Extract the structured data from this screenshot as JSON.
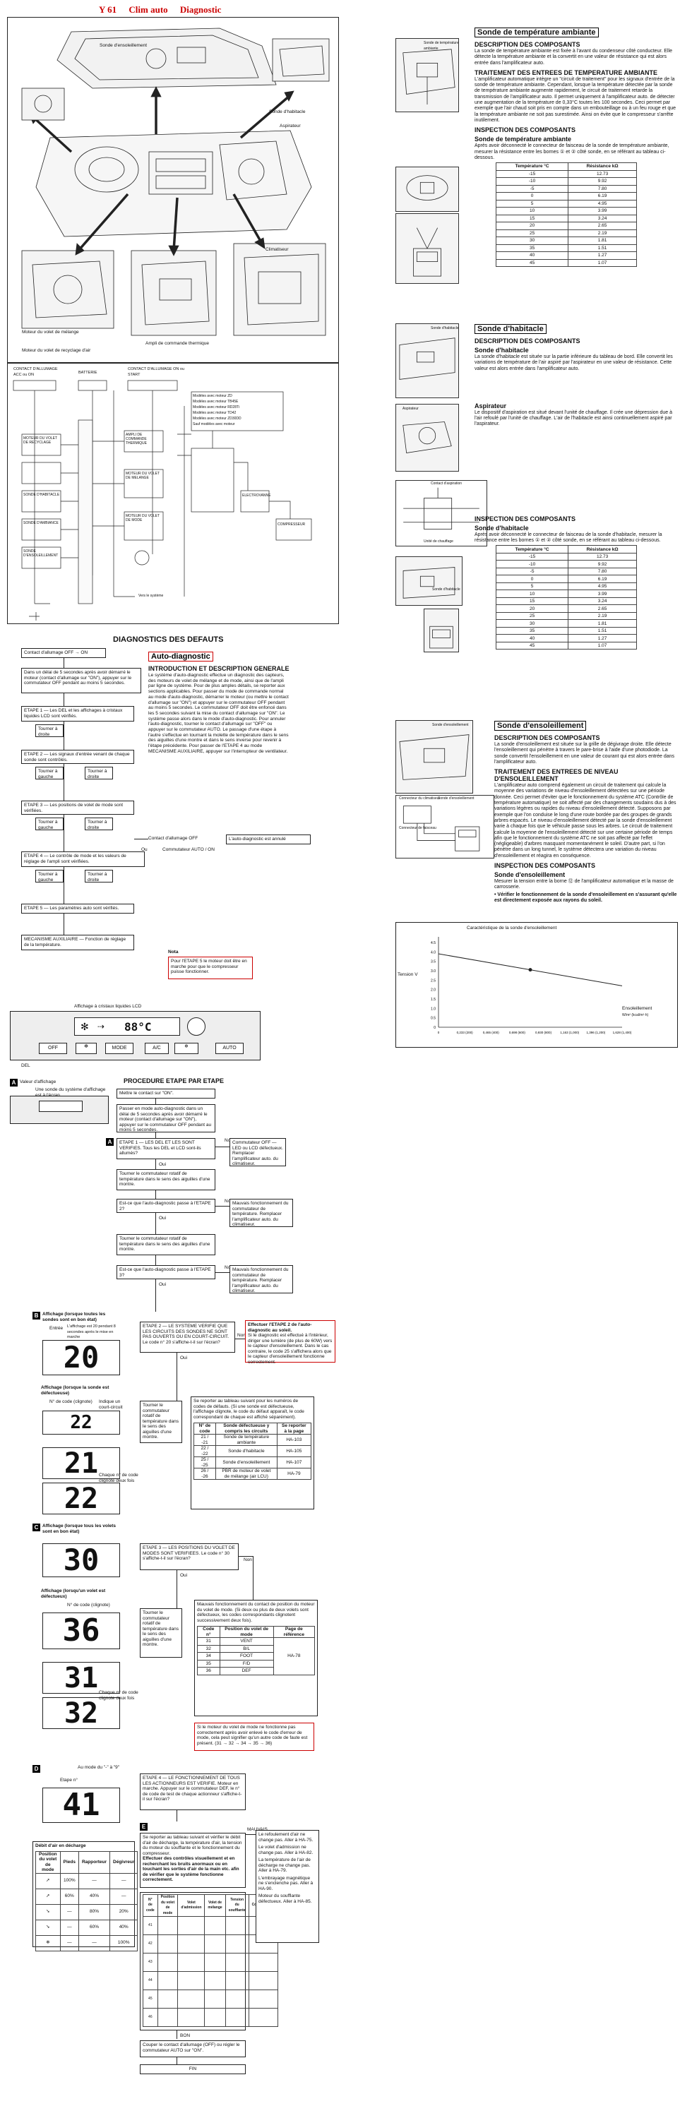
{
  "header": {
    "code": "Y 61",
    "sub": "Clim auto",
    "topic": "Diagnostic"
  },
  "diagram_labels": {
    "lbl_sonde_ens": "Sonde d'ensoleillement",
    "lbl_sonde_hab": "Sonde d'habitacle",
    "lbl_aspi": "Aspirateur",
    "lbl_moteur_mel": "Moteur du volet de mélange",
    "lbl_moteur_rec": "Moteur du volet de recyclage d'air",
    "lbl_ampli": "Ampli de commande thermique",
    "lbl_clim": "Climatiseur"
  },
  "wiring": {
    "legend": [
      "Modèles avec moteur ZD",
      "Modèles avec moteur TB45E",
      "Modèles avec moteur RD28Ti",
      "Modèles avec moteur TD42",
      "Modèles avec moteur ZD30DD",
      "Sauf modèles avec moteur"
    ],
    "top_labels": [
      "CONTACT D'ALLUMAGE ACC ou ON",
      "BATTERIE",
      "CONTACT D'ALLUMAGE ON ou START"
    ],
    "blocks": [
      "MOTEUR DU VOLET DE RECYCLAGE",
      "AMPLI DE COMMANDE THERMIQUE",
      "MOTEUR DU VOLET DE MELANGE",
      "MOTEUR DU VOLET DE MODE",
      "SONDE D'HABITACLE",
      "SONDE D'AMBIANCE",
      "SONDE D'ENSOLEILLEMENT",
      "ELECTROVANNE",
      "COMPRESSEUR",
      "Vers le système"
    ]
  },
  "diag_defauts": {
    "title": "DIAGNOSTICS DES DEFAUTS",
    "start": "Contact d'allumage OFF → ON",
    "steps": [
      "Dans un délai de 5 secondes après avoir démarré le moteur (contact d'allumage sur \"ON\"), appuyer sur le commutateur OFF pendant au moins 5 secondes.",
      "ETAPE 1 — Les DEL et les affichages à cristaux liquides LCD sont vérifiés.",
      "ETAPE 2 — Les signaux d'entrée venant de chaque sonde sont contrôlés.",
      "ETAPE 3 — Les positions de volet de mode sont vérifiées.",
      "ETAPE 4 — Le contrôle de mode et les valeurs de réglage de l'ampli sont vérifiées.",
      "ETAPE 5 — Les paramètres auto sont vérifiés.",
      "MECANISME AUXILIAIRE — Fonction de réglage de la température."
    ],
    "side_labels": [
      "Contact d'allumage OFF",
      "Commutateur AUTO / ON",
      "L'auto-diagnostic est annulé"
    ],
    "arrow_labels": [
      "Tourner à droite",
      "Tourner à gauche",
      "Ou"
    ],
    "note_label": "Nota",
    "note": "Pour l'ETAPE 5 le moteur doit être en marche pour que le compresseur puisse fonctionner.",
    "panel_caption": "Affichage à cristaux liquides LCD",
    "panel_buttons": [
      "OFF",
      "MODE",
      "A/C",
      "AUTO"
    ],
    "panel_temp": "88°C",
    "panel_mark": "DEL"
  },
  "auto_diag": {
    "title": "Auto-diagnostic",
    "intro_head": "INTRODUCTION ET DESCRIPTION GENERALE",
    "intro": "Le système d'auto-diagnostic effectue un diagnostic des capteurs, des moteurs de volet de mélange et de mode, ainsi que de l'ampli par ligne de système. Pour de plus amples détails, se reporter aux sections applicables. Pour passer du mode de commande normal au mode d'auto-diagnostic, démarrer le moteur (ou mettre le contact d'allumage sur \"ON\") et appuyer sur le commutateur OFF pendant au moins 5 secondes. Le commutateur OFF doit être enfoncé dans les 5 secondes suivant la mise du contact d'allumage sur \"ON\". Le système passe alors dans le mode d'auto-diagnostic. Pour annuler l'auto-diagnostic, tourner le contact d'allumage sur \"OFF\" ou appuyer sur le commutateur AUTO. Le passage d'une étape à l'autre s'effectue en tournant la molette de température dans le sens des aiguilles d'une montre et dans le sens inverse pour revenir à l'étape précédente. Pour passer de l'ETAPE 4 au mode MECANISME AUXILIAIRE, appuyer sur l'interrupteur de ventilateur."
  },
  "procedure": {
    "title": "PROCEDURE ETAPE PAR ETAPE",
    "badge_a": "A",
    "display_label": "Valeur d'affichage",
    "display_desc": "Une sonde du système d'affichage est à l'écran",
    "boxes": [
      "Mettre le contact sur \"ON\".",
      "Passer en mode auto-diagnostic dans un délai de 5 secondes après avoir démarré le moteur (contact d'allumage sur \"ON\"), appuyer sur le commutateur OFF pendant au moins 5 secondes.",
      "ETAPE 1 — LES DEL ET LES SONT VERIFIES. Tous les DEL et LCD sont-ils allumés?",
      "Tourner le commutateur rotatif de température dans le sens des aiguilles d'une montre.",
      "Est-ce que l'auto-diagnostic passe à l'ETAPE 2?",
      "Tourner le commutateur rotatif de température dans le sens des aiguilles d'une montre.",
      "Est-ce que l'auto-diagnostic passe à l'ETAPE 3?"
    ],
    "yes": "Oui",
    "no": "Non",
    "right_boxes": [
      "Commutateur OFF — LED ou LCD défectueux. Remplacer l'amplificateur auto. du climatiseur.",
      "Mauvais fonctionnement du commutateur de température. Remplacer l'amplificateur auto. du climatiseur.",
      "Mauvais fonctionnement du commutateur de température. Remplacer l'amplificateur auto. du climatiseur."
    ]
  },
  "step2": {
    "badge": "B",
    "head": "Affichage (lorsque toutes les sondes sont en bon état)",
    "sub": "Entrée",
    "note": "L'affichage est 20 pendant 8 secondes après le mise en marche",
    "value": "20",
    "box": "ETAPE 2 — LE SYSTEME VERIFIE QUE LES CIRCUITS DES SONDES NE SONT PAS OUVERTS OU EN COURT-CIRCUIT. Le code n° 20 s'affiche-t-il sur l'écran?",
    "red_title": "Effectuer l'ETAPE 2 de l'auto-diagnostic au soleil.",
    "red_body": "Si le diagnostic est effectué à l'intérieur, diriger une lumière (de plus de 60W) vers le capteur d'ensoleillement. Dans le cas contraire, le code 25 s'affichera alors que le capteur d'ensoleillement fonctionne correctement.",
    "def_head": "Affichage (lorsque la sonde est défectueuse)",
    "def_labels": [
      "N° de code (clignote)",
      "Indique un court-circuit"
    ],
    "def_values": [
      "22",
      "21",
      "22"
    ],
    "def_note": "Chaque n° de code clignote deux fois",
    "turn_box": "Tourner le commutateur rotatif de température dans le sens des aiguilles d'une montre.",
    "table_intro": "Se reporter au tableau suivant pour les numéros de codes de défauts. (Si une sonde est défectueuse, l'affichage clignote, le code du défaut apparaît, le code correspondant de chaque est affiché séparément).",
    "table_head": [
      "N° de code",
      "Sonde défectueuse y compris les circuits",
      "Se reporter à la page"
    ],
    "table_rows": [
      [
        "21 / -21",
        "Sonde de température ambiante",
        "HA-103"
      ],
      [
        "22 / -22",
        "Sonde d'habitacle",
        "HA-105"
      ],
      [
        "25 / -25",
        "Sonde d'ensoleillement",
        "HA-107"
      ],
      [
        "26 / -26",
        "PBR de moteur de volet de mélange (air LCU)",
        "HA-79"
      ]
    ]
  },
  "step3": {
    "badge": "C",
    "head": "Affichage (lorsque tous les volets sont en bon état)",
    "value": "30",
    "def_head": "Affichage (lorsqu'un volet est défectueux)",
    "def_sub": "N° de code (clignote)",
    "def_value": "36",
    "def_values2": [
      "31",
      "32"
    ],
    "def_note": "Chaque n° de code clignote deux fois",
    "box": "ETAPE 3 — LES POSITIONS DU VOLET DE MODES SONT VERIFIEES. Le code n° 30 s'affiche-t-il sur l'écran?",
    "turn_box": "Tourner le commutateur rotatif de température dans le sens des aiguilles d'une montre.",
    "table_intro": "Mauvais fonctionnement du contact de position du moteur du volet de mode. (Si deux ou plus de deux volets sont défectueux, les codes correspondants clignotent successivement deux fois).",
    "table_head": [
      "Code n°",
      "Position du volet de mode",
      "Page de référence"
    ],
    "table_rows": [
      [
        "31",
        "VENT"
      ],
      [
        "32",
        "B/L"
      ],
      [
        "34",
        "FOOT"
      ],
      [
        "35",
        "F/D"
      ],
      [
        "36",
        "DEF"
      ]
    ],
    "ref": "HA-78",
    "foot_box": "Si le moteur du volet de mode ne fonctionne pas correctement après avoir enlevé le code d'erreur de mode, cela peut signifier qu'un autre code de faute est présent. (31 → 32 → 34 → 35 → 36)"
  },
  "step4": {
    "badge": "D",
    "head": "Au mode du \"-\" à \"9\"",
    "sub": "Etape n°",
    "value": "41",
    "box": "ETAPE 4 — LE FONCTIONNEMENT DE TOUS LES ACTIONNEURS EST VERIFIE. Moteur en marche. Appuyer sur le commutateur DEF, le n° de code de test de chaque actionneur s'affiche-t-il sur l'écran?",
    "table_title": "Débit d'air en décharge",
    "table_head": [
      "Position du volet de mode",
      "Pieds",
      "Rapporteur",
      "Dégivreur"
    ],
    "table_rows": [
      [
        "",
        "100%",
        "—",
        "—"
      ],
      [
        "",
        "60%",
        "40%",
        "—"
      ],
      [
        "",
        "—",
        "80%",
        "20%"
      ],
      [
        "",
        "—",
        "60%",
        "40%"
      ],
      [
        "",
        "—",
        "—",
        "100%"
      ]
    ],
    "obs_head": "Se reporter au tableau suivant et vérifier le débit d'air de décharge, la température d'air, la tension du moteur du soufflante et le fonctionnement du compresseur.",
    "obs_bold": "Effectuer des contrôles visuellement et en recherchant les bruits anormaux ou en touchant les sorties d'air de la main etc. afin de vérifier que le système fonctionne correctement.",
    "fails": [
      "Le refoulement d'air ne change pas. Aller à HA-75.",
      "Le volet d'admission ne change pas. Aller à HA-82.",
      "La température de l'air de décharge ne change pas. Aller à HA-79.",
      "L'embrayage magnétique ne s'enclenche pas. Aller à HA-90.",
      "Moteur du soufflante défectueux. Aller à HA-85."
    ],
    "result_head": [
      "N° de code",
      "Position du volet de mode",
      "Volet d'admission",
      "Volet de mélange",
      "Tension du soufflante",
      "Compresseur"
    ],
    "result_codes": [
      "41",
      "42",
      "43",
      "44",
      "45",
      "46"
    ],
    "ok": "BON",
    "final_box": "Couper le contact d'allumage (OFF) ou régler le commutateur AUTO sur \"ON\".",
    "end": "FIN",
    "mauvais": "MAUVAIS"
  },
  "right": {
    "s1_title": "Sonde de température ambiante",
    "s1_desc_head": "DESCRIPTION DES COMPOSANTS",
    "s1_desc": "La sonde de température ambiante est fixée à l'avant du condenseur côté conducteur. Elle détecte la température ambiante et la convertit en une valeur de résistance qui est alors entrée dans l'amplificateur auto.",
    "s1_trait_head": "TRAITEMENT DES ENTREES DE TEMPERATURE AMBIANTE",
    "s1_trait": "L'amplificateur automatique intègre un \"circuit de traitement\" pour les signaux d'entrée de la sonde de température ambiante. Cependant, lorsque la température détectée par la sonde de température ambiante augmente rapidement, le circuit de traitement retarde la transmission de l'amplificateur auto. Il permet uniquement à l'amplificateur auto. de détecter une augmentation de la température de 0,33°C toutes les 100 secondes. Ceci permet par exemple que l'air chaud soit pris en compte dans un embouteillage ou à un feu rouge et que la température ambiante ne soit pas surestimée. Ainsi on évite que le compresseur s'arrête inutilement.",
    "s1_insp_head": "INSPECTION DES COMPOSANTS",
    "s1_insp_sub": "Sonde de température ambiante",
    "s1_insp": "Après avoir déconnecté le connecteur de faisceau de la sonde de température ambiante, mesurer la résistance entre les bornes ① et ② côté sonde, en se référant au tableau ci-dessous.",
    "th_temp": "Température °C",
    "th_res": "Résistance kΩ",
    "table1": [
      [
        "-15",
        "12.73"
      ],
      [
        "-10",
        "9.92"
      ],
      [
        "-5",
        "7.80"
      ],
      [
        "0",
        "6.19"
      ],
      [
        "5",
        "4.95"
      ],
      [
        "10",
        "3.99"
      ],
      [
        "15",
        "3.24"
      ],
      [
        "20",
        "2.65"
      ],
      [
        "25",
        "2.19"
      ],
      [
        "30",
        "1.81"
      ],
      [
        "35",
        "1.51"
      ],
      [
        "40",
        "1.27"
      ],
      [
        "45",
        "1.07"
      ]
    ],
    "s2_title": "Sonde d'habitacle",
    "s2_desc_head": "DESCRIPTION DES COMPOSANTS",
    "s2_sub": "Sonde d'habitacle",
    "s2_desc": "La sonde d'habitacle est située sur la partie inférieure du tableau de bord. Elle convertit les variations de température de l'air aspiré par l'aspirateur en une valeur de résistance. Cette valeur est alors entrée dans l'amplificateur auto.",
    "s2_aspi_head": "Aspirateur",
    "s2_aspi": "Le dispositif d'aspiration est situé devant l'unité de chauffage. Il crée une dépression due à l'air refoulé par l'unité de chauffage. L'air de l'habitacle est ainsi continuellement aspiré par l'aspirateur.",
    "s2_insp_head": "INSPECTION DES COMPOSANTS",
    "s2_insp_sub": "Sonde d'habitacle",
    "s2_insp": "Après avoir déconnecté le connecteur de faisceau de la sonde d'habitacle, mesurer la résistance entre les bornes ① et ② côté sonde, en se référant au tableau ci-dessous.",
    "table2": [
      [
        "-15",
        "12.73"
      ],
      [
        "-10",
        "9.92"
      ],
      [
        "-5",
        "7.80"
      ],
      [
        "0",
        "6.19"
      ],
      [
        "5",
        "4.95"
      ],
      [
        "10",
        "3.99"
      ],
      [
        "15",
        "3.24"
      ],
      [
        "20",
        "2.65"
      ],
      [
        "25",
        "2.19"
      ],
      [
        "30",
        "1.81"
      ],
      [
        "35",
        "1.51"
      ],
      [
        "40",
        "1.27"
      ],
      [
        "45",
        "1.07"
      ]
    ],
    "s3_title": "Sonde d'ensoleillement",
    "s3_desc_head": "DESCRIPTION DES COMPOSANTS",
    "s3_desc": "La sonde d'ensoleillement est située sur la grille de dégivrage droite. Elle détecte l'ensoleillement qui pénètre à travers le pare-brise à l'aide d'une photodiode. La sonde convertit l'ensoleillement en une valeur de courant qui est alors entrée dans l'amplificateur auto.",
    "s3_trait_head": "TRAITEMENT DES ENTREES DE NIVEAU D'ENSOLEILLEMENT",
    "s3_trait": "L'amplificateur auto comprend également un circuit de traitement qui calcule la moyenne des variations de niveau d'ensoleillement détectées sur une période donnée. Ceci permet d'éviter que le fonctionnement du système ATC (Contrôle de température automatique) ne soit affecté par des changements soudains dus à des variations légères ou rapides du niveau d'ensoleillement détecté. Supposons par exemple que l'on conduise le long d'une route bordée par des groupes de grands arbres espacés. Le niveau d'ensoleillement détecté par la sonde d'ensoleillement varie à chaque fois que le véhicule passe sous les arbres. Le circuit de traitement calcule la moyenne de l'ensoleillement détecté sur une certaine période de temps afin que le fonctionnement du système ATC ne soit pas affecté par l'effet (négligeable) d'arbres masquant momentanément le soleil. D'autre part, si l'on pénètre dans un long tunnel, le système détectera une variation du niveau d'ensoleillement et réagira en conséquence.",
    "s3_insp_head": "INSPECTION DES COMPOSANTS",
    "s3_insp_sub": "Sonde d'ensoleillement",
    "s3_insp": "Mesurer la tension entre la borne ⑫ de l'amplificateur automatique et la masse de carrosserie.",
    "s3_insp_bullet": "Vérifier le fonctionnement de la sonde d'ensoleillement en s'assurant qu'elle est directement exposée aux rayons du soleil.",
    "graph_title": "Caractéristique de la sonde d'ensoleillement",
    "graph_y": "Tension V",
    "graph_x": "Ensoleillement",
    "graph_xunit": "W/m² (kcal/m²·h)",
    "graph_yticks": [
      "0",
      "0.5",
      "1.0",
      "1.5",
      "2.0",
      "2.5",
      "3.0",
      "3.5",
      "4.0",
      "4.5"
    ],
    "graph_xticks": [
      "0",
      "0,233 (200)",
      "0,465 (400)",
      "0,698 (600)",
      "0,930 (800)",
      "1,163 (1,000)",
      "1,396 (1,200)",
      "1,628 (1,400)"
    ],
    "connector_labels": [
      "Connecteur du climatiseur",
      "Connecteur de faisceau",
      "Sonde d'ensoleillement"
    ],
    "thumb_labels": [
      "Sonde de température ambiante",
      "Sonde d'habitacle",
      "Contact d'aspiration",
      "Unité de chauffage",
      "Aspirateur",
      "Sonde d'habitacle",
      "Sonde d'ensoleillement"
    ]
  }
}
